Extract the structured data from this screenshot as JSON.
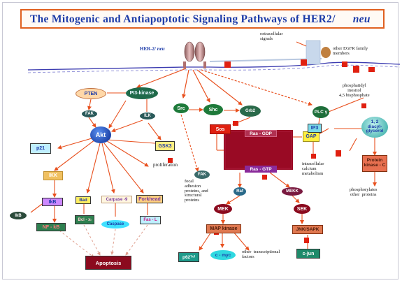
{
  "title": {
    "main": "The  Mitogenic   and   Antiapoptotic     Signaling Pathways of HER2/",
    "neu": "neu"
  },
  "receptor": {
    "label": "HER-2/",
    "neu": "neu"
  },
  "labels": {
    "extracellular": "extracellular\nsignals",
    "other_egfr": "other EGFR family\nmembers",
    "phosphatidyl": "phosphatidyl\ninositol\n4,5 bisphosphate",
    "proliferation": "proliferation",
    "focal": "focal\nadhesion\nproteins, and\nstructural\nproteins",
    "intracellular": "intracellular\ncalcium\nmetabolism",
    "phosphorylates": "phosphorylates\nother  proteins",
    "other_tf": "other  transcriptional\nfactors"
  },
  "nodes": {
    "pten": "PTEN",
    "pi3k": "PI3-kinase",
    "fak1": "FAK",
    "ilk": "ILK",
    "akt": "Akt",
    "p21": "p21",
    "gsk3": "GSK3",
    "ikk": "IKK",
    "ikb": "IkB",
    "ikb2": "IkB",
    "nfkb": "NF - kB",
    "bad": "Bad",
    "bcl": "Bcl - xₗ",
    "casp9": "Carpase -9",
    "caspase": "Caspase",
    "forkhead": "Forkhead",
    "fasl": "Fas - L",
    "apoptosis": "Apoptosis",
    "src": "Src",
    "shc": "Shc",
    "grb2": "Grb2",
    "sos": "Sos",
    "rasgdp": "Ras - GDP",
    "rasgtp": "Ras - GTP",
    "gap": "GAP",
    "plc": "PLC γ",
    "ip3": "IP3",
    "dag": "1, 2\ndiacyl-\nglycerol",
    "pkc": "Protein\nkinase - C",
    "fak2": "FAK",
    "raf": "Raf",
    "mekk": "MEKK",
    "mek": "MEK",
    "sek": "SEK",
    "mapk": "MAP kinase",
    "jnk": "JNK/SAPK",
    "p62": "p62ᵀᶜᶠ",
    "cmyc": "c - myc",
    "cjun": "c-jun"
  },
  "colors": {
    "title_text": "#1b3aa8",
    "title_border": "#e06020",
    "arrow": "#e8501e",
    "dark_red": "#8b0a1e",
    "green_dark": "#1e6e3a",
    "teal": "#1e7a6a"
  }
}
